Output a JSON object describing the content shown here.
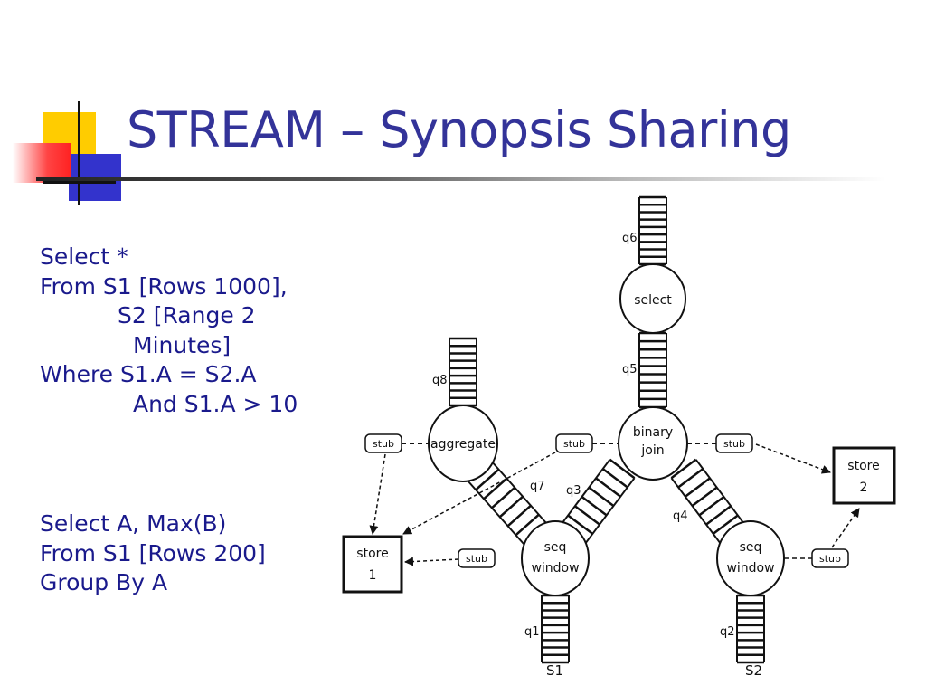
{
  "slide": {
    "title": "STREAM – Synopsis Sharing"
  },
  "query1": {
    "lines": [
      "Select *",
      "From S1 [Rows 1000],",
      "S2 [Range 2",
      "Minutes]",
      "Where S1.A = S2.A",
      "And S1.A > 10"
    ]
  },
  "query2": {
    "lines": [
      "Select A, Max(B)",
      "From S1 [Rows 200]",
      "Group By A"
    ]
  },
  "diagram": {
    "operators": {
      "select": "select",
      "binary_join": [
        "binary",
        "join"
      ],
      "aggregate": "aggregate",
      "seq_window_left": [
        "seq",
        "window"
      ],
      "seq_window_right": [
        "seq",
        "window"
      ]
    },
    "stores": {
      "store1": [
        "store",
        "1"
      ],
      "store2": [
        "store",
        "2"
      ]
    },
    "stub_label": "stub",
    "queues": {
      "q1": "q1",
      "q2": "q2",
      "q3": "q3",
      "q4": "q4",
      "q5": "q5",
      "q6": "q6",
      "q7": "q7",
      "q8": "q8"
    },
    "streams": {
      "s1": "S1",
      "s2": "S2"
    }
  }
}
